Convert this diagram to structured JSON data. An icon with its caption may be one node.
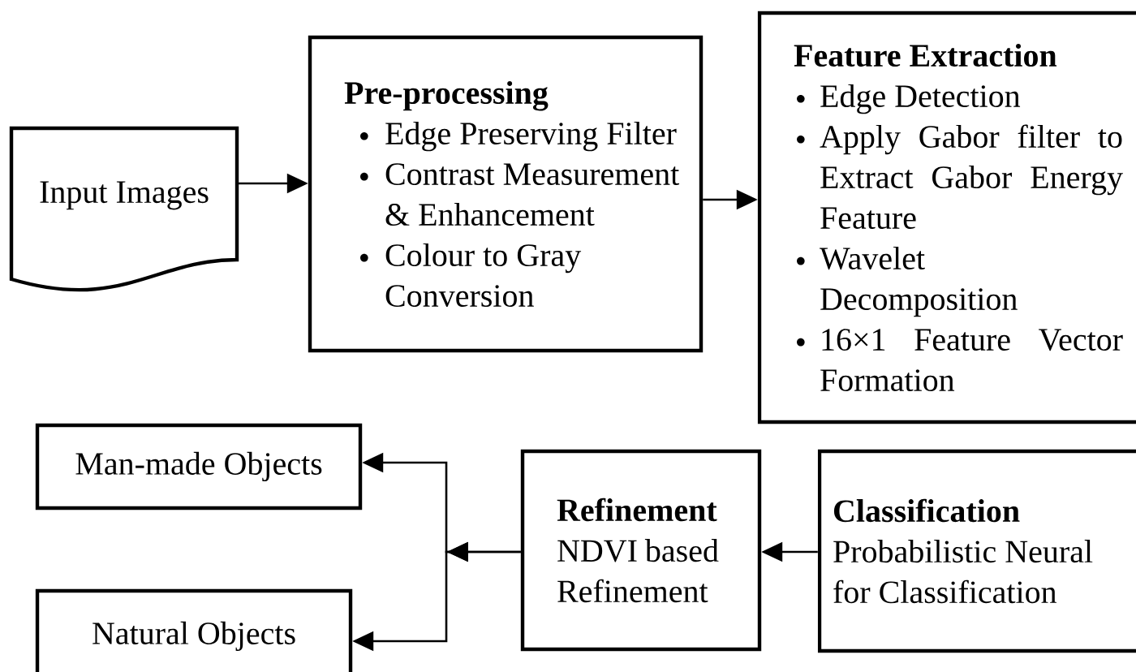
{
  "diagram": {
    "nodes": [
      {
        "text": [
          "Input Images"
        ]
      },
      {
        "text": [
          "Pre-processing",
          "Edge Preserving Filter",
          "Contrast Measurement & Enhancement",
          "Colour to Gray Conversion"
        ]
      },
      {
        "text": [
          "Feature Extraction",
          "Edge Detection",
          "Apply Gabor filter to Extract Gabor Energy Feature",
          "Wavelet Decomposition",
          "16×1 Feature Vector Formation"
        ]
      },
      {
        "text": [
          "Classification",
          "Probabilistic Neural for Classification"
        ]
      },
      {
        "text": [
          "Refinement",
          "NDVI based Refinement"
        ]
      },
      {
        "text": [
          "Man-made Objects"
        ]
      },
      {
        "text": [
          "Natural Objects"
        ]
      }
    ],
    "edges": [
      {
        "from": 0,
        "to": 1,
        "arrow": "to"
      },
      {
        "from": 1,
        "to": 2,
        "arrow": "to"
      },
      {
        "from": 3,
        "to": 4,
        "arrow": "to"
      },
      {
        "from": 4,
        "to": 5,
        "arrow": "to"
      },
      {
        "from": 4,
        "to": 6,
        "arrow": "to"
      }
    ]
  }
}
